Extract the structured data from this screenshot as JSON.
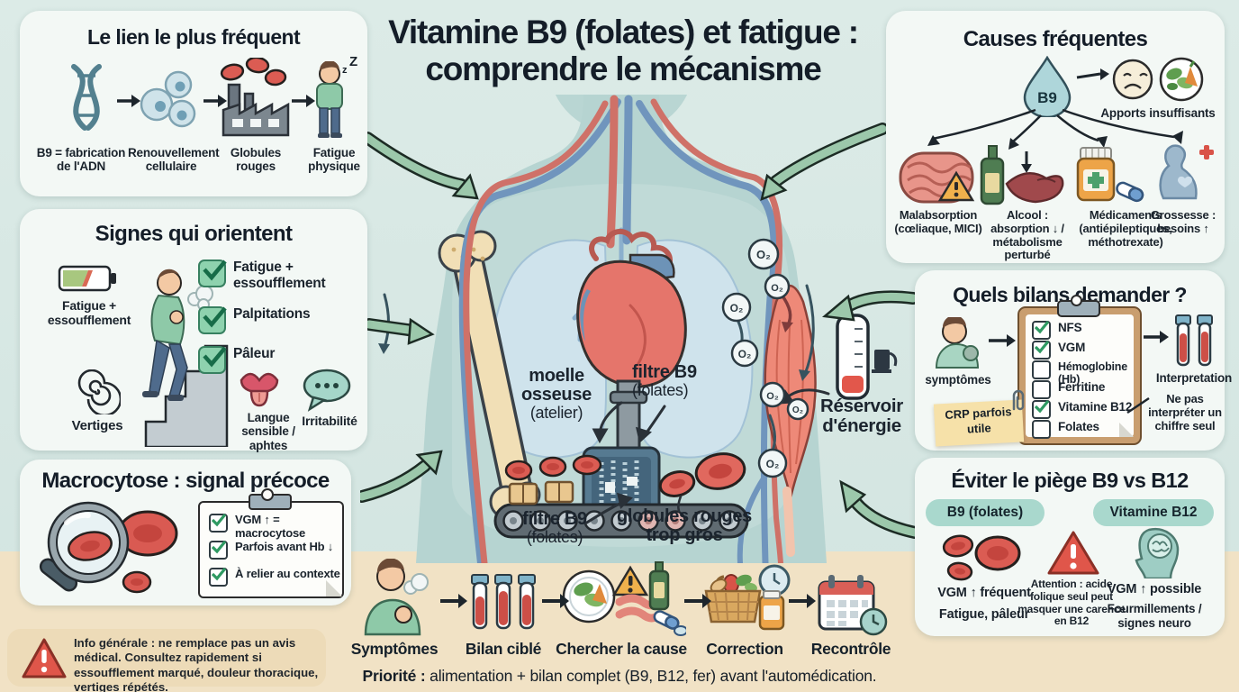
{
  "colors": {
    "background_teal": "#d6e7e3",
    "band_beige": "#f1e2c5",
    "panel_bg": "#f3f8f5",
    "green_arrow": "#9cc8ab",
    "check_green": "#2f9a63",
    "warning_red": "#e0564a",
    "rbc_red": "#db5c53",
    "badge_teal": "#a9d8cd",
    "text_dark": "#161f28"
  },
  "title": {
    "line1": "Vitamine B9 (folates) et fatigue :",
    "line2": "comprendre le mécanisme"
  },
  "panel_lien": {
    "title": "Le lien le plus fréquent",
    "sleep_small": "z",
    "sleep_big": "Z",
    "steps": [
      {
        "label": "B9 = fabrication de l'ADN"
      },
      {
        "label": "Renouvellement cellulaire"
      },
      {
        "label": "Globules rouges"
      },
      {
        "label": "Fatigue physique"
      }
    ]
  },
  "panel_signes": {
    "title": "Signes qui orientent",
    "battery_label": "Fatigue + essoufflement",
    "vertiges_label": "Vertiges",
    "checks": [
      {
        "label": "Fatigue + essoufflement",
        "checked": true
      },
      {
        "label": "Palpitations",
        "checked": true
      },
      {
        "label": "Pâleur",
        "checked": true
      }
    ],
    "tongue_label": "Langue sensible / aphtes",
    "irritabilite_label": "Irritabilité"
  },
  "panel_macro": {
    "title": "Macrocytose : signal précoce",
    "items": [
      {
        "label": "VGM ↑ = macrocytose",
        "checked": true
      },
      {
        "label": "Parfois avant Hb ↓",
        "checked": true
      },
      {
        "label": "À relier au contexte",
        "checked": true
      }
    ]
  },
  "panel_causes": {
    "title": "Causes fréquentes",
    "droplet_label": "B9",
    "apports_label": "Apports insuffisants",
    "items": [
      {
        "label": "Malabsorption (cœliaque, MICI)"
      },
      {
        "label": "Alcool : absorption ↓ / métabolisme perturbé"
      },
      {
        "label": "Médicaments (antiépileptiques, méthotrexate)"
      },
      {
        "label": "Grossesse : besoins ↑"
      }
    ]
  },
  "panel_bilans": {
    "title": "Quels bilans demander ?",
    "symptomes_label": "symptômes",
    "crp_note": "CRP parfois utile",
    "items": [
      {
        "label": "NFS",
        "checked": true
      },
      {
        "label": "VGM",
        "checked": true
      },
      {
        "label": "Hémoglobine (Hb)",
        "checked": false
      },
      {
        "label": "Ferritine",
        "checked": false
      },
      {
        "label": "Vitamine B12",
        "checked": true
      },
      {
        "label": "Folates",
        "checked": false
      }
    ],
    "interpretation_label": "Interpretation",
    "caution_note": "Ne pas interpréter un chiffre seul"
  },
  "panel_piege": {
    "title": "Éviter le piège B9 vs B12",
    "b9_badge": "B9 (folates)",
    "b12_badge": "Vitamine B12",
    "b9_line1": "VGM ↑ fréquent",
    "b9_line2": "Fatigue, pâleur",
    "attention": "Attention : acide folique seul peut masquer une carence en B12",
    "b12_line1": "VGM ↑ possible",
    "b12_line2": "Fourmillements / signes neuro"
  },
  "body": {
    "o2": "O₂",
    "moelle_strong": "moelle osseuse",
    "moelle_light": "(atelier)",
    "filtre_strong": "filtre B9",
    "filtre_light": "(folates)",
    "globules": "globules rouges trop gros",
    "reservoir_line1": "Réservoir",
    "reservoir_line2": "d'énergie"
  },
  "flow": {
    "steps": [
      {
        "label": "Symptômes"
      },
      {
        "label": "Bilan ciblé"
      },
      {
        "label": "Chercher la cause"
      },
      {
        "label": "Correction"
      },
      {
        "label": "Recontrôle"
      }
    ],
    "priority_strong": "Priorité :",
    "priority_rest": " alimentation + bilan complet (B9, B12, fer) avant l'automédication."
  },
  "warning": {
    "text": "Info générale : ne remplace pas un avis médical. Consultez rapidement si essoufflement marqué, douleur thoracique, vertiges répétés."
  }
}
